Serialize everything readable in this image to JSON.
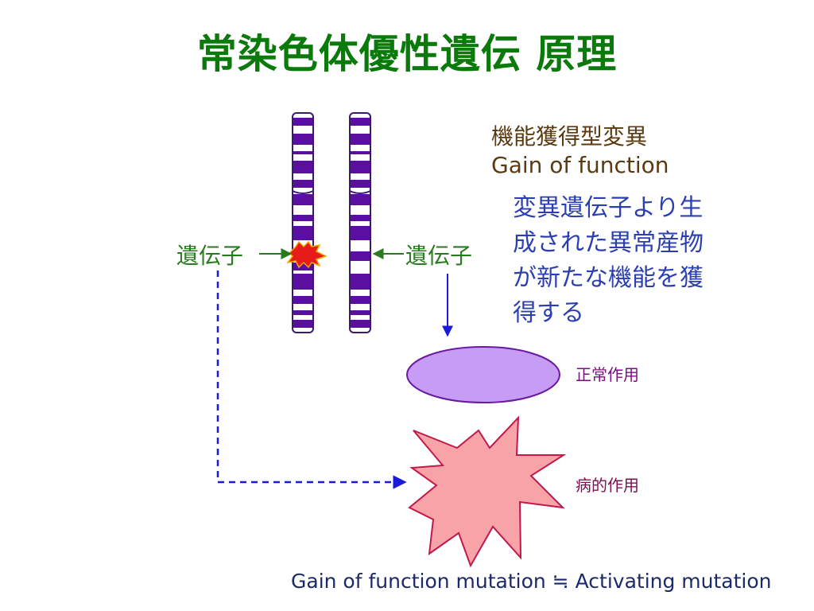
{
  "title": "常染色体優性遺伝 原理",
  "gain_of_function": {
    "jp": "機能獲得型変異",
    "en": "Gain of function"
  },
  "description": [
    "変異遺伝子より生",
    "成された異常産物",
    "が新たな機能を獲",
    "得する"
  ],
  "gene_label_left": "遺伝子",
  "gene_label_right": "遺伝子",
  "normal_effect": "正常作用",
  "pathological_effect": "病的作用",
  "footer": "Gain of function mutation ≒ Activating mutation",
  "colors": {
    "title": "#0a7a0a",
    "chromosome_band": "#5a0fa0",
    "ellipse_fill": "#c79cf5",
    "star_fill": "#f7a3a8",
    "arrow_blue": "#1a1adf",
    "gene_arrow": "#2a7a22"
  }
}
